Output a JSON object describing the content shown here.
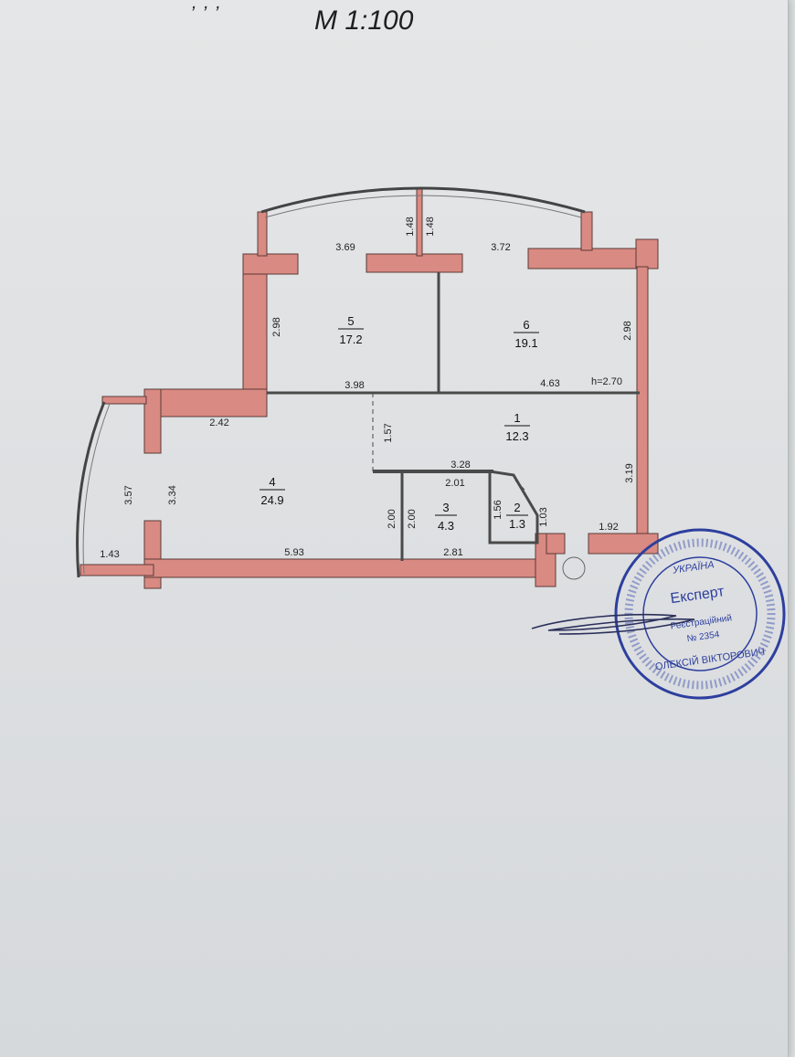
{
  "header": {
    "cut_text": ", , ,",
    "scale": "М 1:100"
  },
  "rooms": [
    {
      "id": "5",
      "area": "17.2"
    },
    {
      "id": "6",
      "area": "19.1"
    },
    {
      "id": "1",
      "area": "12.3"
    },
    {
      "id": "4",
      "area": "24.9"
    },
    {
      "id": "3",
      "area": "4.3"
    },
    {
      "id": "2",
      "area": "1.3"
    }
  ],
  "dimensions": {
    "d_3_69": "3.69",
    "d_1_48_a": "1.48",
    "d_1_48_b": "1.48",
    "d_3_72": "3.72",
    "d_2_98_left": "2.98",
    "d_2_98_right": "2.98",
    "d_3_98": "3.98",
    "d_4_63": "4.63",
    "ceiling_height": "h=2.70",
    "d_2_42": "2.42",
    "d_1_57": "1.57",
    "d_3_28": "3.28",
    "d_2_01": "2.01",
    "d_3_19": "3.19",
    "d_3_57": "3.57",
    "d_3_34": "3.34",
    "d_2_00_a": "2.00",
    "d_2_00_b": "2.00",
    "d_1_56": "1.56",
    "d_1_03": "1.03",
    "d_1_92": "1.92",
    "d_1_43": "1.43",
    "d_5_93": "5.93",
    "d_2_81": "2.81"
  },
  "stamp": {
    "country": "УКРАЇНА",
    "title": "Експерт",
    "reg_label": "Реєстраційний",
    "reg_number": "№ 2354",
    "name": "ОЛЕКСІЙ ВІКТОРОВИЧ"
  },
  "colors": {
    "wall_fill": "#d98a82",
    "wall_stroke": "#5a3b38",
    "stamp_ink": "#2d3f9e"
  }
}
